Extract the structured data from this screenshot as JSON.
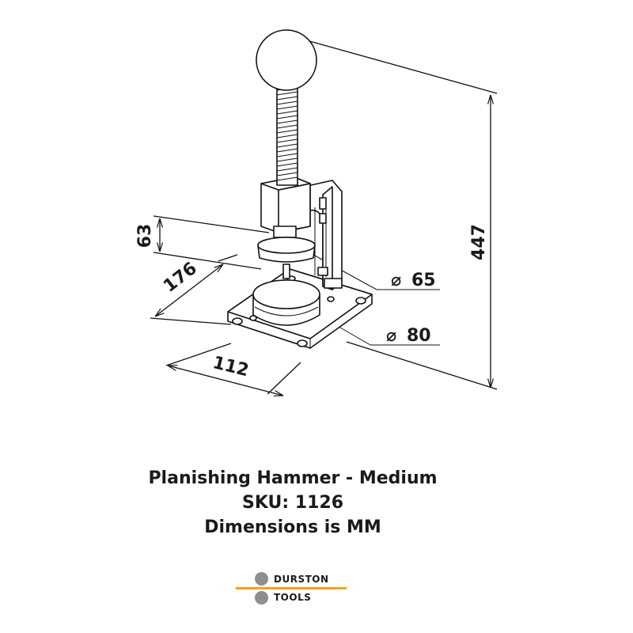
{
  "drawing": {
    "dimensions": {
      "overall_height": "447",
      "die_gap": "63",
      "base_depth": "176",
      "base_width": "112",
      "upper_die_diameter": "65",
      "lower_die_diameter": "80",
      "diameter_symbol": "⌀"
    }
  },
  "caption": {
    "product_name": "Planishing Hammer - Medium",
    "sku": "SKU: 1126",
    "units_note": "Dimensions is MM"
  },
  "logo": {
    "line1": "DURSTON",
    "line2": "TOOLS",
    "dot_color": "#8e8e8e",
    "bar_color": "#f2a31b"
  }
}
